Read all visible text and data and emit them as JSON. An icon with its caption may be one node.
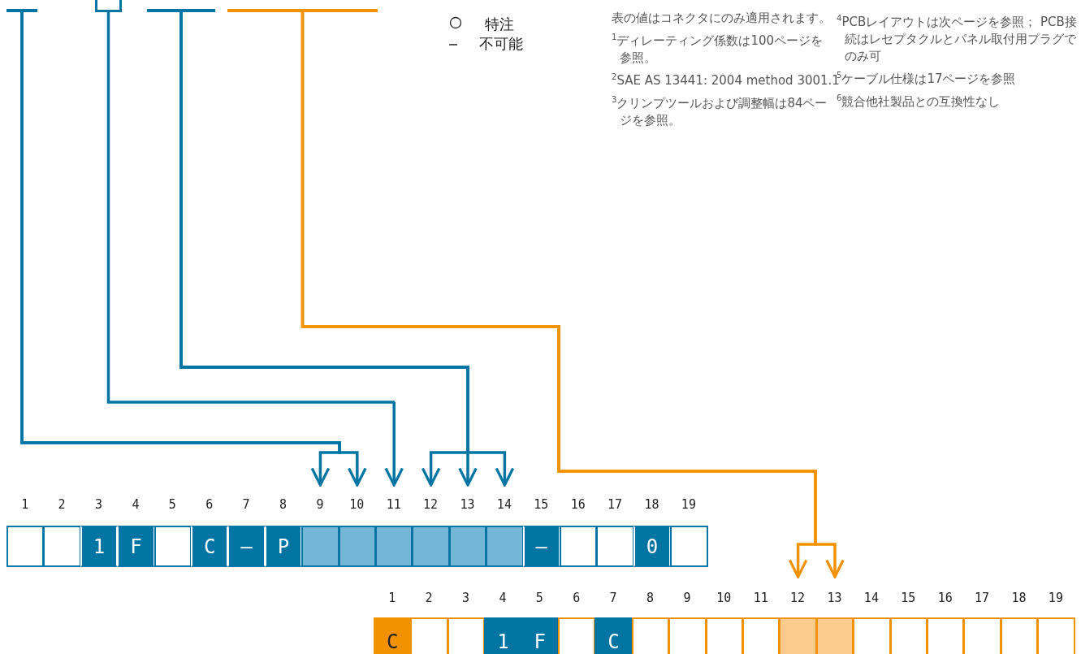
{
  "diagram": {
    "nodes": [
      {
        "text": [],
        "shape": "bar"
      },
      {
        "text": [],
        "shape": "bracket"
      },
      {
        "text": [],
        "shape": "bar"
      },
      {
        "text": [],
        "shape": "bar"
      },
      {
        "text": [],
        "shape": "box"
      },
      {
        "text": [],
        "shape": "box"
      },
      {
        "text": [
          "1"
        ]
      },
      {
        "text": [
          "F"
        ]
      },
      {
        "text": [],
        "shape": "box"
      },
      {
        "text": [
          "C"
        ]
      },
      {
        "text": [
          "–"
        ]
      },
      {
        "text": [
          "P"
        ]
      },
      {
        "text": [],
        "shape": "box"
      },
      {
        "text": [],
        "shape": "box"
      },
      {
        "text": [],
        "shape": "box"
      },
      {
        "text": [],
        "shape": "box"
      },
      {
        "text": [],
        "shape": "box"
      },
      {
        "text": [],
        "shape": "box"
      },
      {
        "text": [
          "–"
        ]
      },
      {
        "text": [],
        "shape": "box"
      },
      {
        "text": [],
        "shape": "box"
      },
      {
        "text": [
          "0"
        ]
      },
      {
        "text": [],
        "shape": "box"
      },
      {
        "text": [
          "C"
        ]
      },
      {
        "text": [],
        "shape": "box"
      },
      {
        "text": [],
        "shape": "box"
      },
      {
        "text": [
          "1"
        ]
      },
      {
        "text": [
          "F"
        ]
      },
      {
        "text": [],
        "shape": "box"
      },
      {
        "text": [
          "C"
        ]
      },
      {
        "text": [],
        "shape": "box"
      },
      {
        "text": [],
        "shape": "box"
      },
      {
        "text": [],
        "shape": "box"
      },
      {
        "text": [],
        "shape": "box"
      },
      {
        "text": [],
        "shape": "box"
      },
      {
        "text": [],
        "shape": "box"
      },
      {
        "text": [],
        "shape": "box"
      },
      {
        "text": [],
        "shape": "box"
      },
      {
        "text": [],
        "shape": "box"
      },
      {
        "text": [],
        "shape": "box"
      },
      {
        "text": [],
        "shape": "box"
      },
      {
        "text": [],
        "shape": "box"
      }
    ],
    "edges": [
      {
        "from": 0,
        "to": 12,
        "arrow": "to"
      },
      {
        "from": 0,
        "to": 13,
        "arrow": "to"
      },
      {
        "from": 1,
        "to": 14,
        "arrow": "to"
      },
      {
        "from": 2,
        "to": 15,
        "arrow": "to"
      },
      {
        "from": 2,
        "to": 16,
        "arrow": "to"
      },
      {
        "from": 2,
        "to": 17,
        "arrow": "to"
      },
      {
        "from": 3,
        "to": 34,
        "arrow": "to",
        "color": "#f39200"
      },
      {
        "from": 3,
        "to": 35,
        "arrow": "to",
        "color": "#f39200"
      }
    ],
    "labels": [
      "表の値はコネクタにのみ適用されます。",
      "$^{1}$ディレーティング係数は100ページを参照。",
      "$^{2}$SAE AS 13441: 2004 method 3001.1",
      "$^{3}$クリンプツールおよび調整幅は84ページを参照。",
      "$^{4}$PCBレイアウトは次ページを参照； PCB接続はレセプタクルとパネル取付用プラグでのみ可",
      "$^{5}$ケーブル仕様は17ページを参照",
      "$^{6}$競合他社製品との互換性なし",
      "1",
      "2",
      "3",
      "4",
      "5",
      "6",
      "7",
      "8",
      "9",
      "10",
      "11",
      "12",
      "13",
      "14",
      "15",
      "16",
      "17",
      "18",
      "19",
      "1",
      "2",
      "3",
      "4",
      "5",
      "6",
      "7",
      "8",
      "9",
      "10",
      "11",
      "12",
      "13",
      "14",
      "15",
      "16",
      "17",
      "18",
      "19"
    ],
    "legend": [
      {
        "text": "特注"
      },
      {
        "text": "不可能"
      }
    ]
  }
}
